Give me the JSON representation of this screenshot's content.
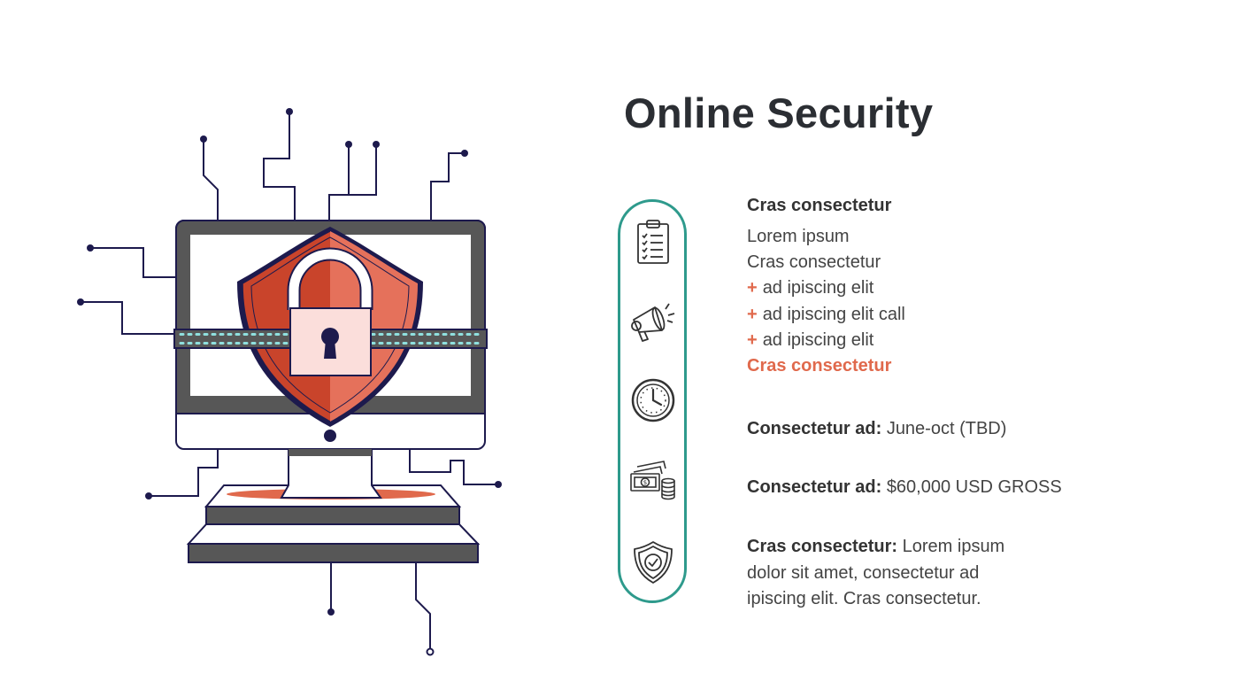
{
  "slide": {
    "title": "Online Security"
  },
  "colors": {
    "accent": "#e0694c",
    "teal": "#2e9a8c",
    "navy": "#1d1a4d",
    "dark_gray": "#555555"
  },
  "icons": [
    "clipboard-checklist-icon",
    "megaphone-icon",
    "clock-icon",
    "money-icon",
    "shield-check-icon"
  ],
  "section1": {
    "heading": "Cras consectetur",
    "line1": "Lorem ipsum",
    "line2": "Cras consectetur",
    "bullet_symbol": "+",
    "bullets": [
      "ad ipiscing elit",
      "ad ipiscing elit call",
      "ad ipiscing elit"
    ],
    "accent_line": "Cras consectetur"
  },
  "section2": {
    "label": "Consectetur ad:",
    "value": "June-oct (TBD)"
  },
  "section3": {
    "label": "Consectetur ad:",
    "value": "$60,000 USD GROSS"
  },
  "section4": {
    "label": "Cras consectetur:",
    "value_line1": "Lorem ipsum",
    "line2": "dolor sit amet, consectetur ad",
    "line3": "ipiscing elit. Cras consectetur."
  }
}
